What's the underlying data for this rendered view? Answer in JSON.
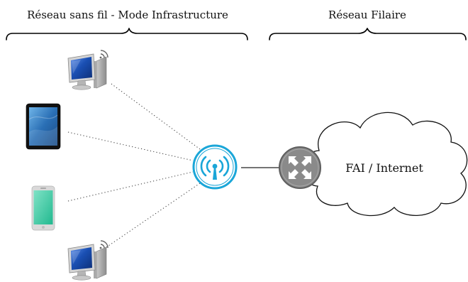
{
  "header": {
    "wireless_label": "Réseau sans fil - Mode Infrastructure",
    "wired_label": "Réseau Filaire"
  },
  "cloud": {
    "label": "FAI / Internet"
  },
  "devices": [
    {
      "id": "desktop-top",
      "icon": "desktop-wifi-icon"
    },
    {
      "id": "tablet",
      "icon": "tablet-icon"
    },
    {
      "id": "smartphone",
      "icon": "smartphone-icon"
    },
    {
      "id": "desktop-bottom",
      "icon": "desktop-wifi-icon"
    }
  ],
  "nodes": {
    "access_point": {
      "icon": "wifi-access-point-icon",
      "color": "#1aa6d8"
    },
    "router": {
      "icon": "router-icon",
      "color": "#8a8a8a"
    }
  },
  "colors": {
    "screen_blue": "#1a4fb3",
    "phone_green": "#2fc8a0",
    "tablet_screen": "#2a6fb5"
  }
}
